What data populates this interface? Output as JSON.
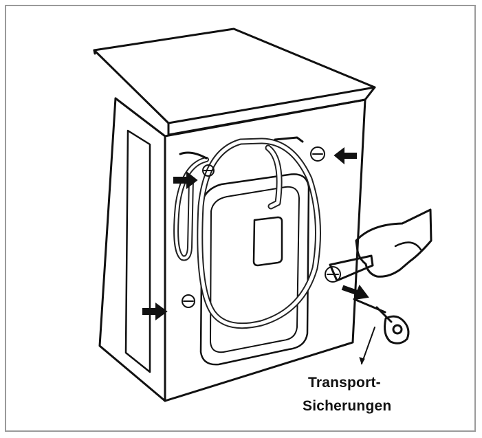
{
  "diagram": {
    "callout_label": {
      "line1": "Transport-",
      "line2": "Sicherungen"
    },
    "arrow_count": 4,
    "colors": {
      "frame": "#9a9a9a",
      "line": "#111111",
      "background": "#ffffff"
    },
    "icons": [
      "washing-machine-illustration",
      "arrow-icon",
      "hand-with-wrench-illustration",
      "transport-bolt-icon"
    ]
  }
}
